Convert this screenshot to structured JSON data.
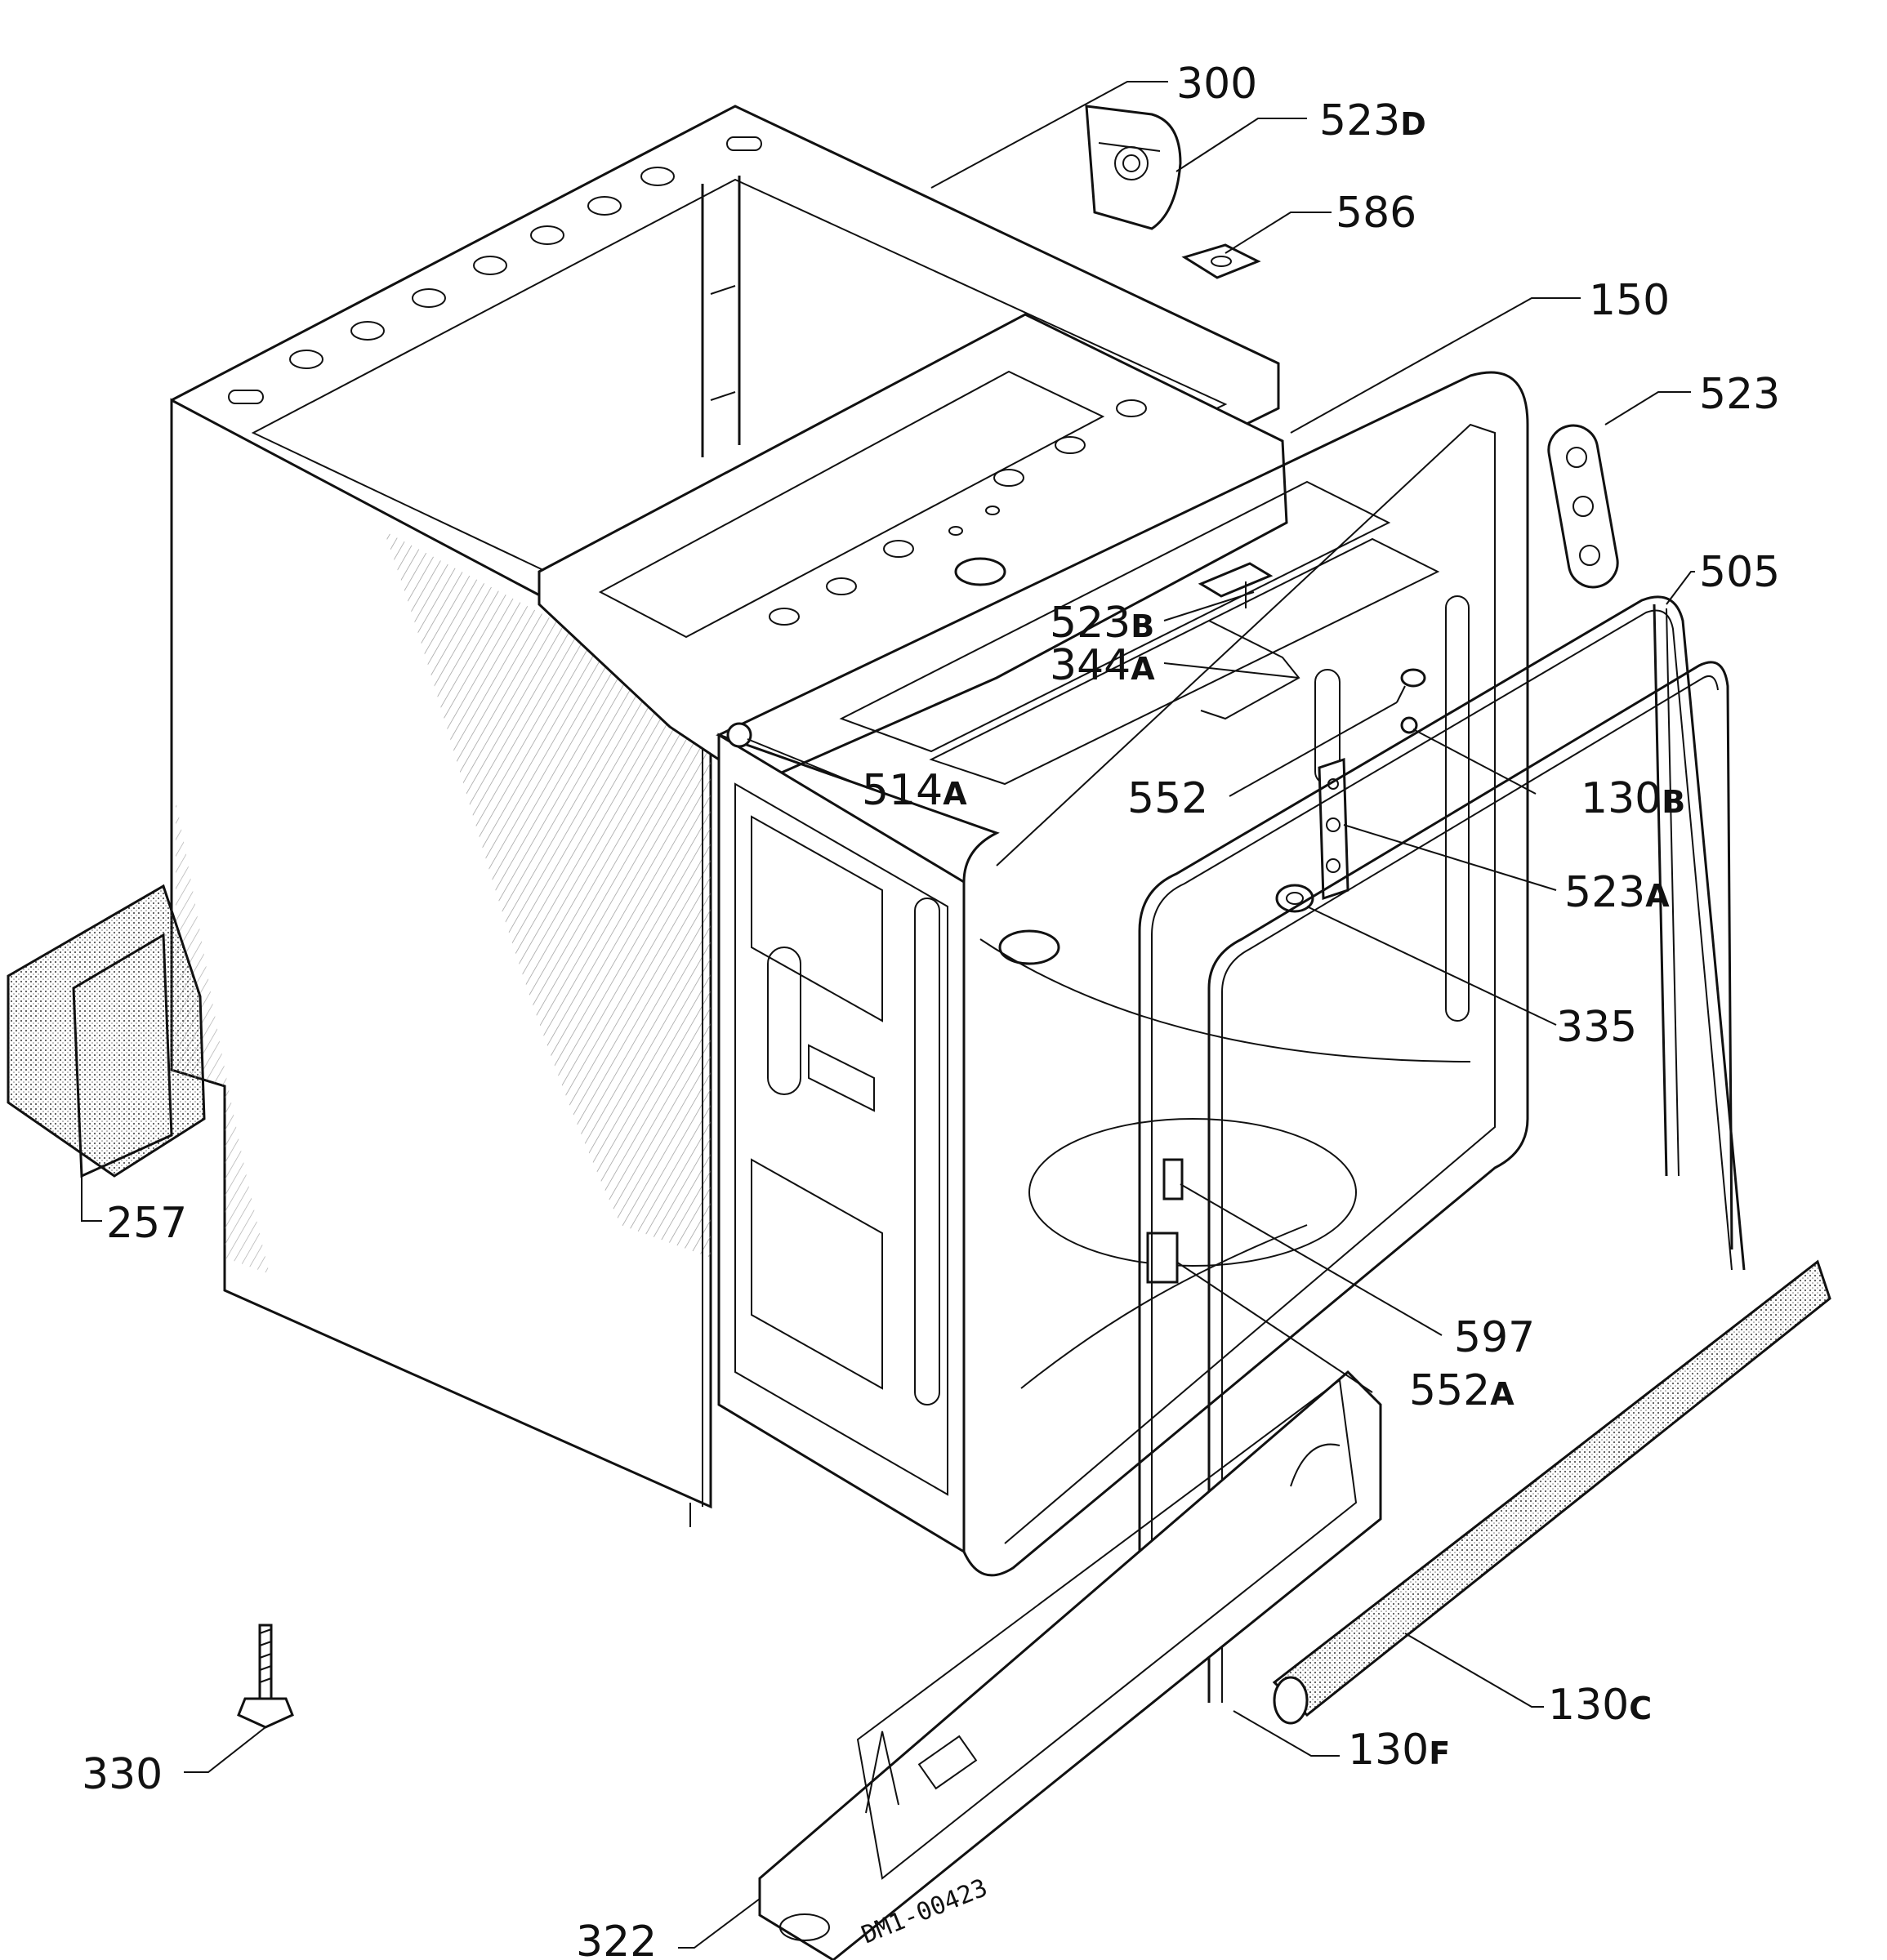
{
  "drawing_code": "DM1-00423",
  "callouts": {
    "c300": {
      "num": "300",
      "suffix": ""
    },
    "c523d": {
      "num": "523",
      "suffix": "D"
    },
    "c586": {
      "num": "586",
      "suffix": ""
    },
    "c150": {
      "num": "150",
      "suffix": ""
    },
    "c523": {
      "num": "523",
      "suffix": ""
    },
    "c505": {
      "num": "505",
      "suffix": ""
    },
    "c523b": {
      "num": "523",
      "suffix": "B"
    },
    "c344a": {
      "num": "344",
      "suffix": "A"
    },
    "c514a": {
      "num": "514",
      "suffix": "A"
    },
    "c552": {
      "num": "552",
      "suffix": ""
    },
    "c130b": {
      "num": "130",
      "suffix": "B"
    },
    "c523a": {
      "num": "523",
      "suffix": "A"
    },
    "c335": {
      "num": "335",
      "suffix": ""
    },
    "c257": {
      "num": "257",
      "suffix": ""
    },
    "c597": {
      "num": "597",
      "suffix": ""
    },
    "c552a": {
      "num": "552",
      "suffix": "A"
    },
    "c130c": {
      "num": "130",
      "suffix": "C"
    },
    "c130f": {
      "num": "130",
      "suffix": "F"
    },
    "c330": {
      "num": "330",
      "suffix": ""
    },
    "c322": {
      "num": "322",
      "suffix": ""
    }
  }
}
